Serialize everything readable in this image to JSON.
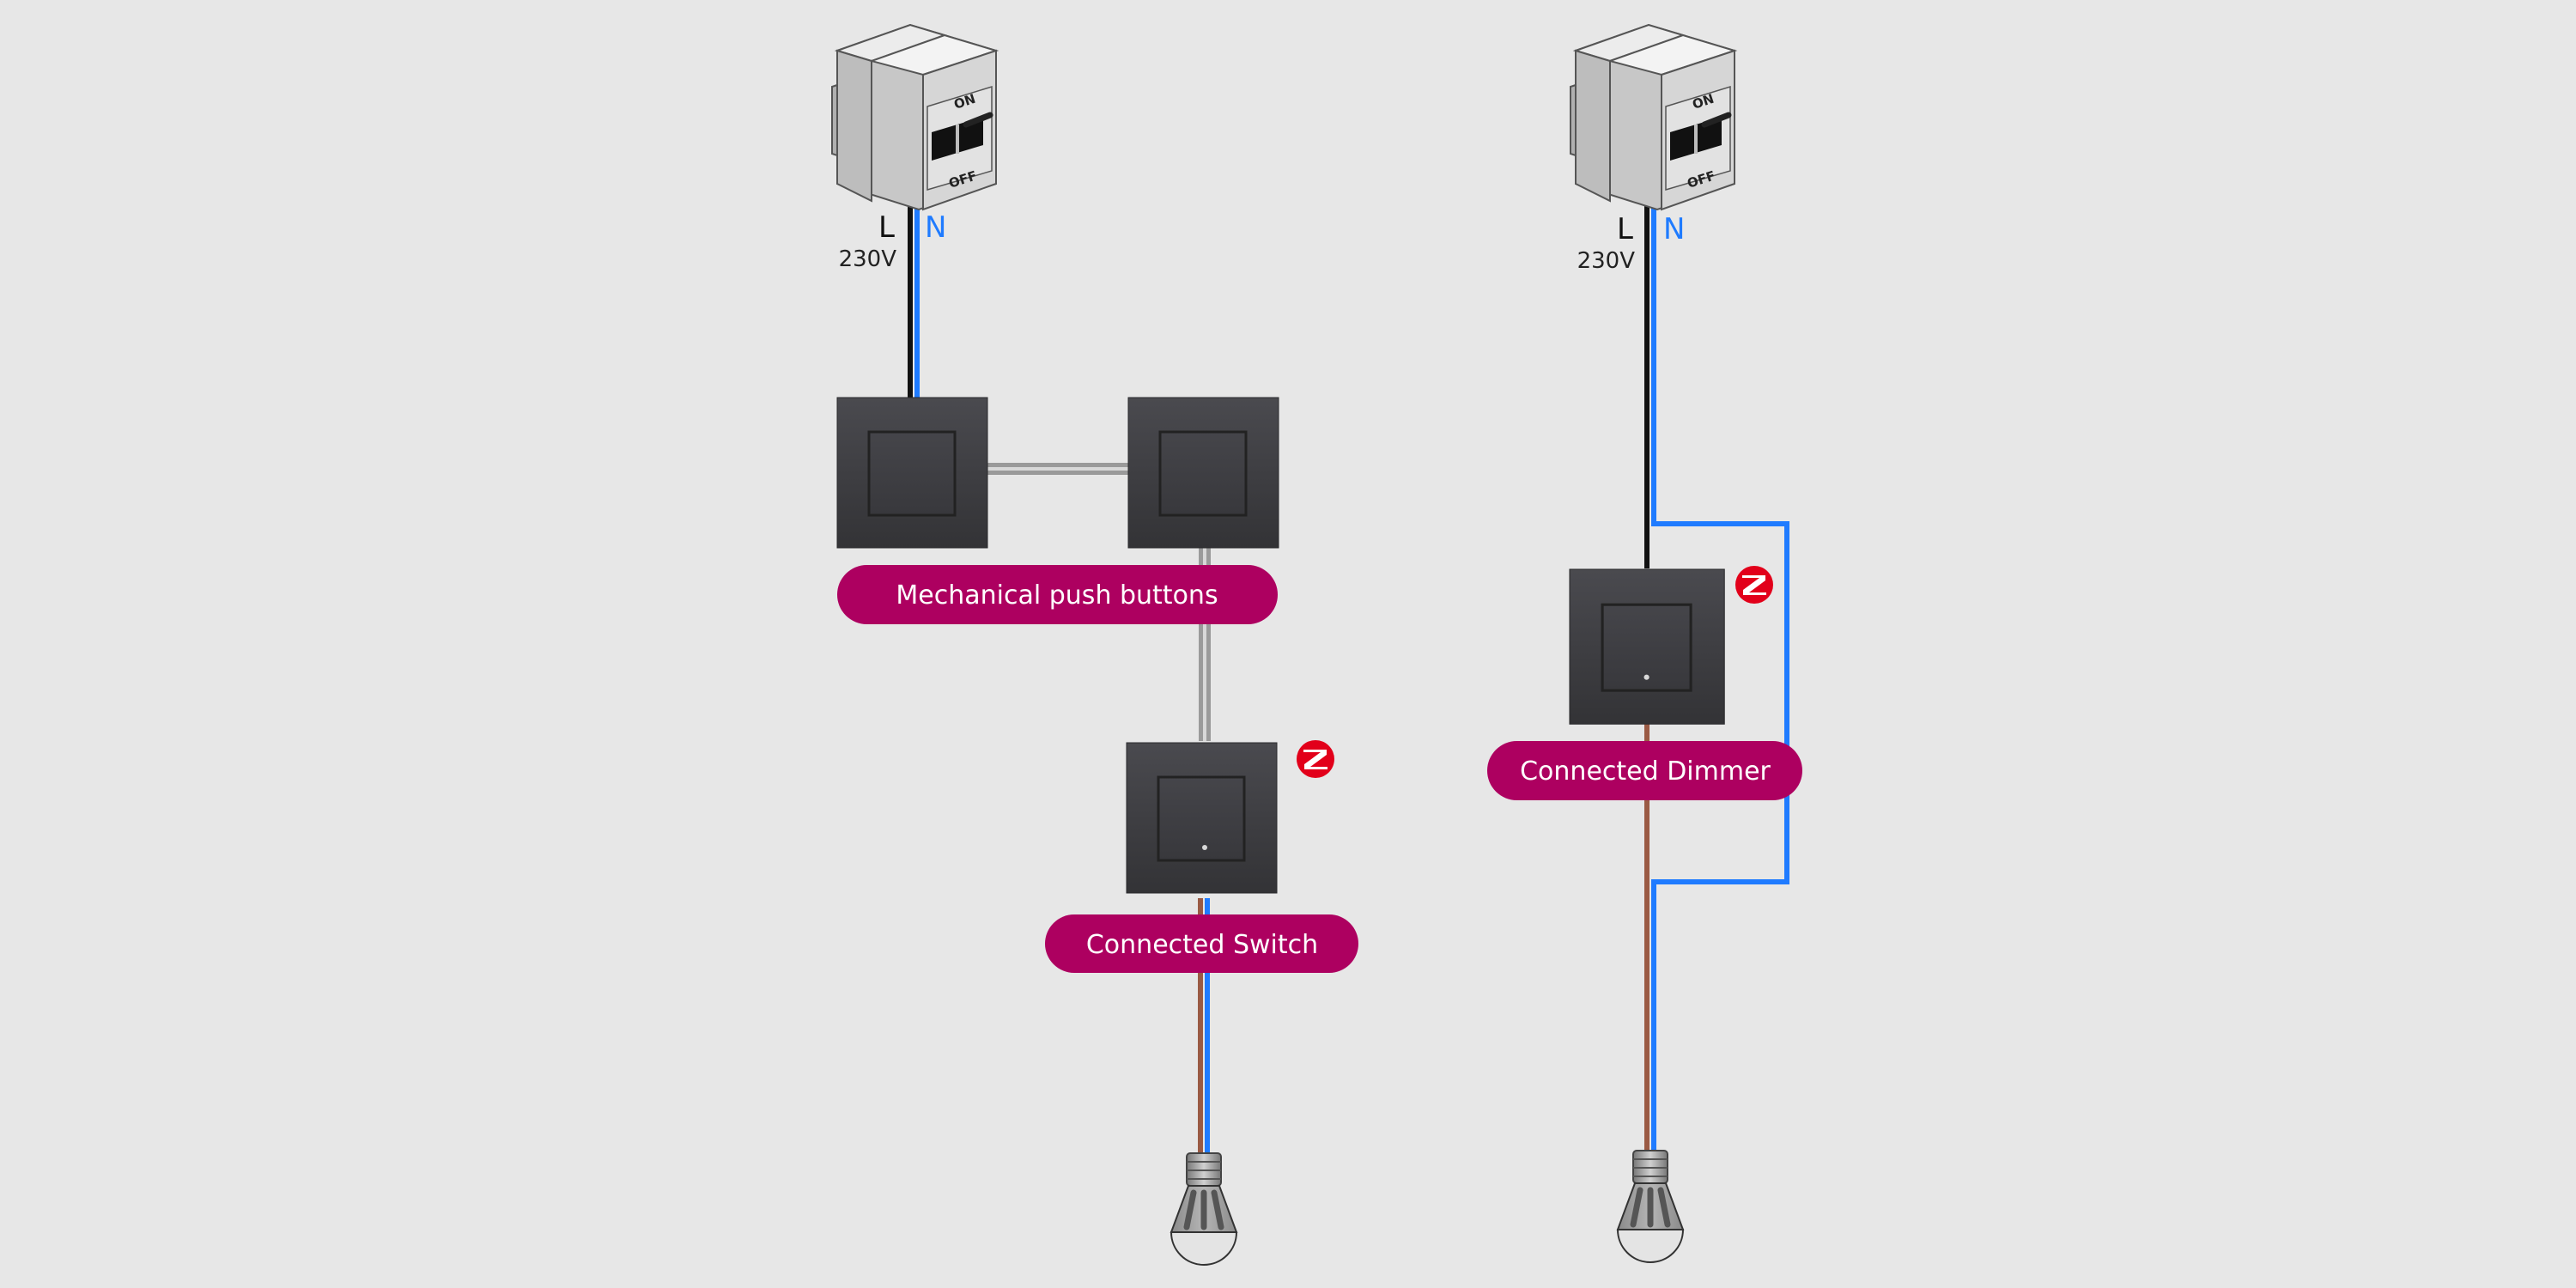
{
  "title": "Wiring diagrams: connected switch vs connected dimmer",
  "colors": {
    "background": "#e7e7e7",
    "label_pill": "#ad0060",
    "live_wire": "#111111",
    "neutral_wire": "#1f7bff",
    "switched_live_wire": "#9a5a44",
    "traveller_wire": "#9a9a9a",
    "zigbee_red": "#e2001a",
    "switch_plate": "#3c3c40"
  },
  "circuits": [
    {
      "id": "connected-switch-circuit",
      "breaker": {
        "on_label": "ON",
        "off_label": "OFF"
      },
      "supply": {
        "live_label": "L",
        "neutral_label": "N",
        "voltage_label": "230V"
      },
      "mechanical_label": "Mechanical push buttons",
      "device_label": "Connected Switch",
      "device_protocol_icon": "zigbee-icon"
    },
    {
      "id": "connected-dimmer-circuit",
      "breaker": {
        "on_label": "ON",
        "off_label": "OFF"
      },
      "supply": {
        "live_label": "L",
        "neutral_label": "N",
        "voltage_label": "230V"
      },
      "device_label": "Connected Dimmer",
      "device_protocol_icon": "zigbee-icon"
    }
  ]
}
